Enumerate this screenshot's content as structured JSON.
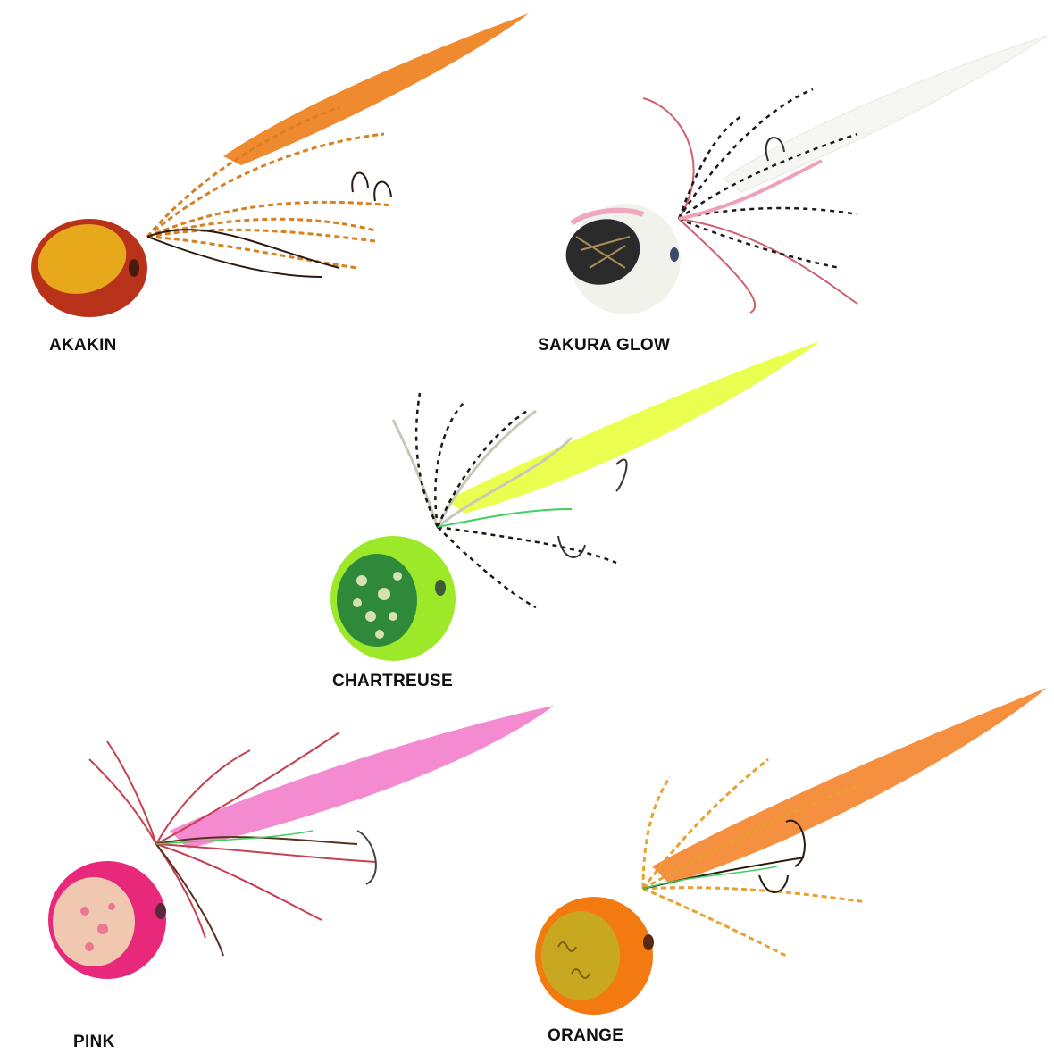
{
  "products": [
    {
      "label": "AKAKIN",
      "head_color": "#b8321a",
      "insert_color": "#e8a81c",
      "tail_color": "#ef8a2e",
      "skirt_color": "#e8902a",
      "skirt_band": "#2a1a10"
    },
    {
      "label": "SAKURA GLOW",
      "head_color": "#f2f2ec",
      "insert_color": "#2a2a2a",
      "tail_color": "#f6f6f2",
      "skirt_color": "#f2d8dc",
      "skirt_band": "#1a1a1a"
    },
    {
      "label": "CHARTREUSE",
      "head_color": "#9ee82a",
      "insert_color": "#2e8a3a",
      "tail_color": "#eaff50",
      "skirt_color": "#d8d8b0",
      "skirt_band": "#1a1a10"
    },
    {
      "label": "PINK",
      "head_color": "#e8287a",
      "insert_color": "#f0c8b0",
      "tail_color": "#f48ad0",
      "skirt_color": "#c84050",
      "skirt_band": "#5a3020"
    },
    {
      "label": "ORANGE",
      "head_color": "#f27a10",
      "insert_color": "#c8a820",
      "tail_color": "#f59040",
      "skirt_color": "#e8a030",
      "skirt_band": "#2a1a10"
    }
  ]
}
